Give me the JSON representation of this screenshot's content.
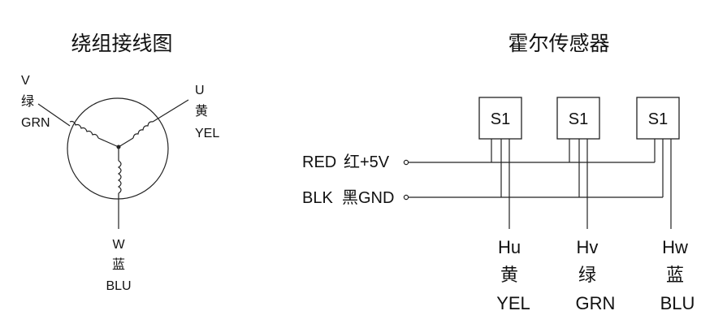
{
  "winding": {
    "title": "绕组接线图",
    "phases": [
      {
        "letter": "V",
        "cn": "绿",
        "en": "GRN"
      },
      {
        "letter": "U",
        "cn": "黄",
        "en": "YEL"
      },
      {
        "letter": "W",
        "cn": "蓝",
        "en": "BLU"
      }
    ]
  },
  "hall": {
    "title": "霍尔传感器",
    "sensor_label": "S1",
    "supply": [
      {
        "code": "RED",
        "name": "红+5V"
      },
      {
        "code": "BLK",
        "name": "黑GND"
      }
    ],
    "outputs": [
      {
        "code": "Hu",
        "cn": "黄",
        "en": "YEL"
      },
      {
        "code": "Hv",
        "cn": "绿",
        "en": "GRN"
      },
      {
        "code": "Hw",
        "cn": "蓝",
        "en": "BLU"
      }
    ]
  }
}
